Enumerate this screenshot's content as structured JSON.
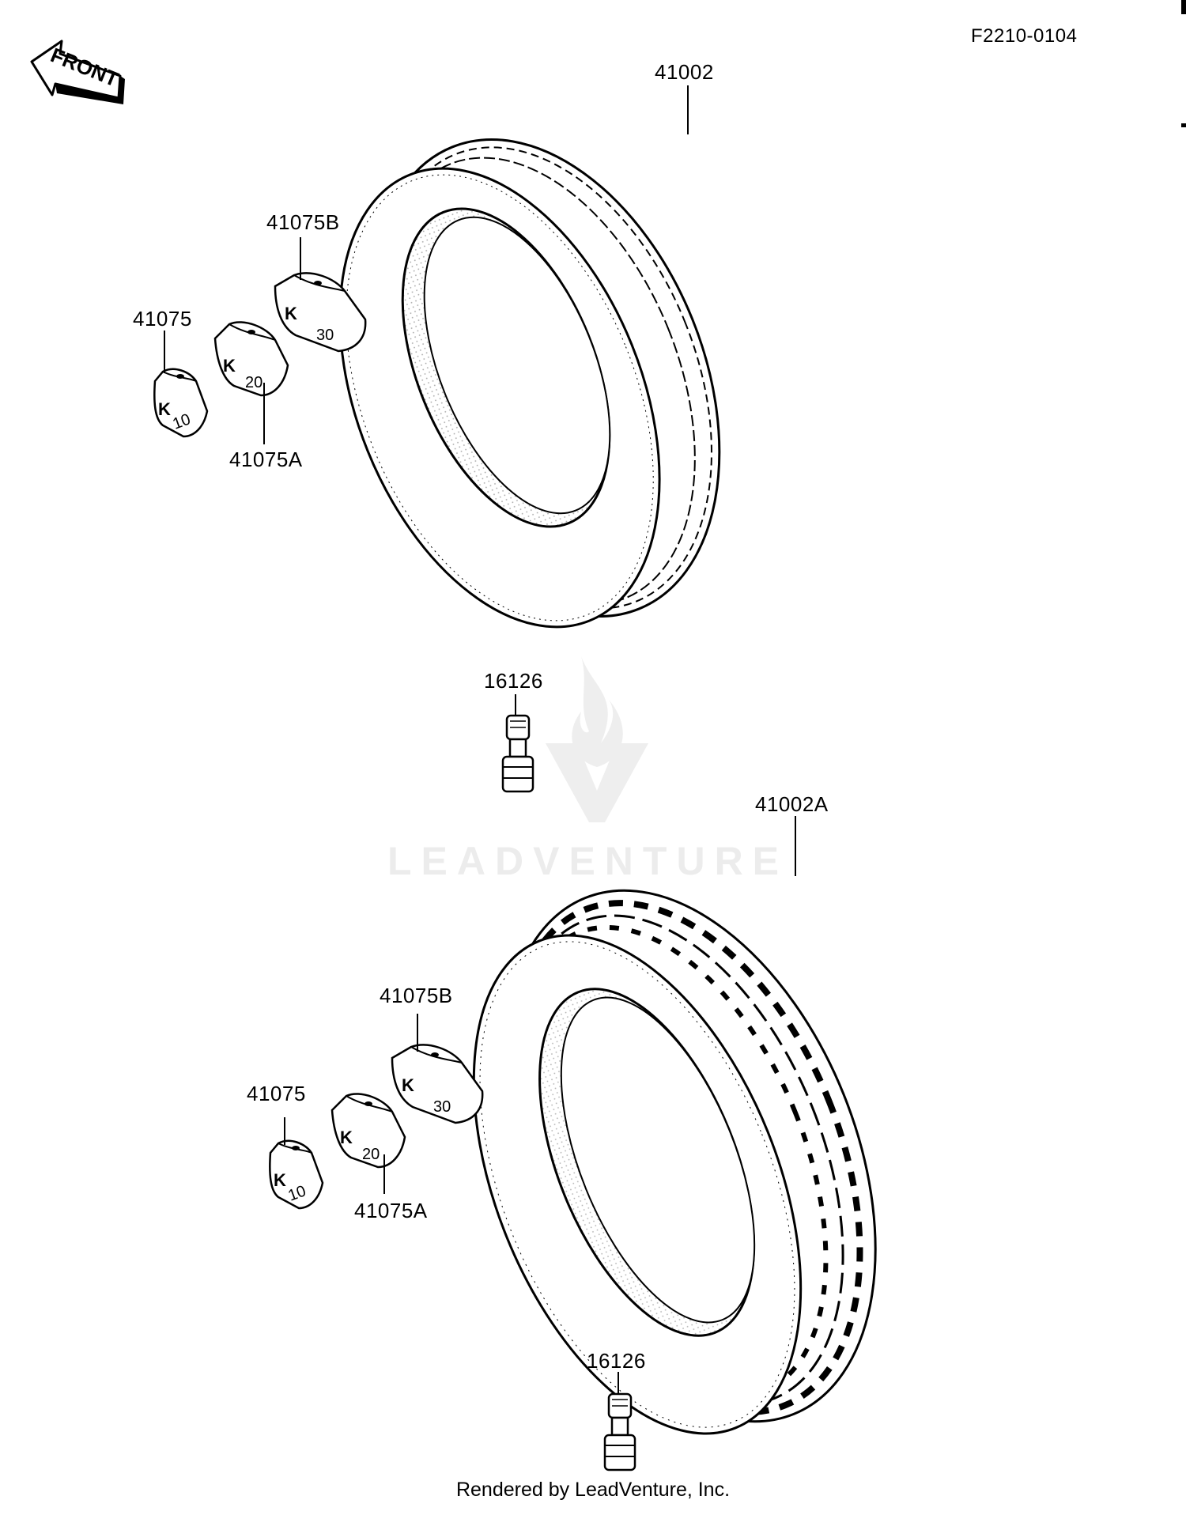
{
  "diagram_code": "F2210-0104",
  "front_arrow_text": "FRONT",
  "watermark": "LEADVENTURE",
  "footer": "Rendered by LeadVenture, Inc.",
  "parts": {
    "tire_front": "41002",
    "tire_rear": "41002A",
    "valve_upper": "16126",
    "valve_lower": "16126",
    "weight_10_upper": "41075",
    "weight_20_upper": "41075A",
    "weight_30_upper": "41075B",
    "weight_10_lower": "41075",
    "weight_20_lower": "41075A",
    "weight_30_lower": "41075B"
  },
  "weight_marks": {
    "logo": "K",
    "w10": "10",
    "w20": "20",
    "w30": "30"
  }
}
